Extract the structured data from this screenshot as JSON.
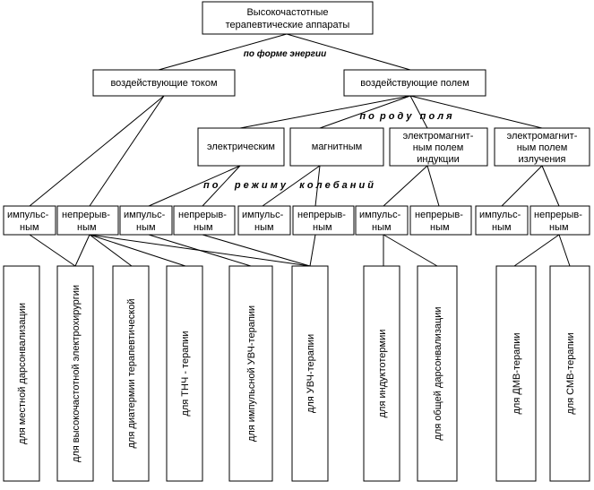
{
  "root": {
    "line1": "Высокочастотные",
    "line2": "терапевтические аппараты"
  },
  "annotations": {
    "energy_form": "по форме энергии",
    "field_type": "п о  р о д у   п о л я",
    "oscillation_mode": "п о      р е ж и м у     к о л е б а н и й"
  },
  "level1": {
    "current": "воздействующие током",
    "field": "воздействующие полем"
  },
  "level2": {
    "electric": "электрическим",
    "magnetic": "магнитным",
    "induction": [
      "электромагнит-",
      "ным полем",
      "индукции"
    ],
    "radiation": [
      "электромагнит-",
      "ным полем",
      "излучения"
    ]
  },
  "modes": {
    "pulse": [
      "импульс-",
      "ным"
    ],
    "continuous": [
      "непрерыв-",
      "ным"
    ]
  },
  "devices": [
    "для местной дарсонвализации",
    "для высокочастотной электрохирургии",
    "для диатермии терапевтической",
    "для ТНЧ - терапии",
    "для импульсной УВЧ-терапии",
    "для УВЧ-терапии",
    "для индуктотермии",
    "для общей дарсонвализации",
    "для ДМВ-терапии",
    "для СМВ-терапии"
  ]
}
